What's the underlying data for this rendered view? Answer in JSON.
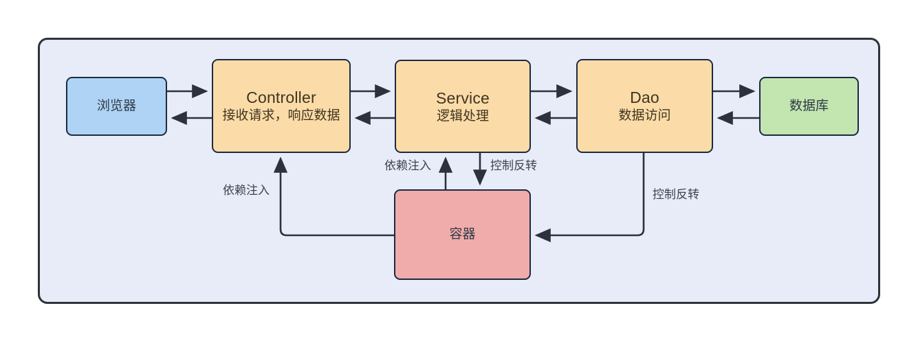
{
  "diagram": {
    "type": "architecture-flow",
    "title_visible": false,
    "colors": {
      "canvas": "#ffffff",
      "outer_panel_fill": "#e8ecf8",
      "outer_panel_stroke": "#2f3339",
      "browser_fill": "#aed3f4",
      "layer_fill": "#fbdca8",
      "database_fill": "#c3e5b0",
      "container_fill": "#f0abab",
      "node_stroke": "#1b2a41",
      "edge_stroke": "#2b323c",
      "text": "#3b4450"
    },
    "nodes": [
      {
        "id": "browser",
        "title": "浏览器",
        "subtitle": "",
        "shape": "rounded-rect"
      },
      {
        "id": "controller",
        "title": "Controller",
        "subtitle": "接收请求，响应数据",
        "shape": "rounded-rect"
      },
      {
        "id": "service",
        "title": "Service",
        "subtitle": "逻辑处理",
        "shape": "rounded-rect"
      },
      {
        "id": "dao",
        "title": "Dao",
        "subtitle": "数据访问",
        "shape": "rounded-rect"
      },
      {
        "id": "database",
        "title": "数据库",
        "subtitle": "",
        "shape": "rounded-rect"
      },
      {
        "id": "container",
        "title": "容器",
        "subtitle": "",
        "shape": "rounded-rect"
      }
    ],
    "edges": [
      {
        "from": "browser",
        "to": "controller",
        "label": "",
        "direction": "forward"
      },
      {
        "from": "controller",
        "to": "browser",
        "label": "",
        "direction": "forward"
      },
      {
        "from": "controller",
        "to": "service",
        "label": "",
        "direction": "forward"
      },
      {
        "from": "service",
        "to": "controller",
        "label": "",
        "direction": "forward"
      },
      {
        "from": "service",
        "to": "dao",
        "label": "",
        "direction": "forward"
      },
      {
        "from": "dao",
        "to": "service",
        "label": "",
        "direction": "forward"
      },
      {
        "from": "dao",
        "to": "database",
        "label": "",
        "direction": "forward"
      },
      {
        "from": "database",
        "to": "dao",
        "label": "",
        "direction": "forward"
      },
      {
        "from": "container",
        "to": "controller",
        "label": "依赖注入",
        "direction": "forward"
      },
      {
        "from": "container",
        "to": "service",
        "label": "依赖注入",
        "direction": "forward"
      },
      {
        "from": "service",
        "to": "container",
        "label": "控制反转",
        "direction": "forward"
      },
      {
        "from": "dao",
        "to": "container",
        "label": "控制反转",
        "direction": "forward"
      }
    ],
    "labels": {
      "di_left": "依赖注入",
      "di_mid": "依赖注入",
      "ioc_mid": "控制反转",
      "ioc_right": "控制反转"
    }
  }
}
